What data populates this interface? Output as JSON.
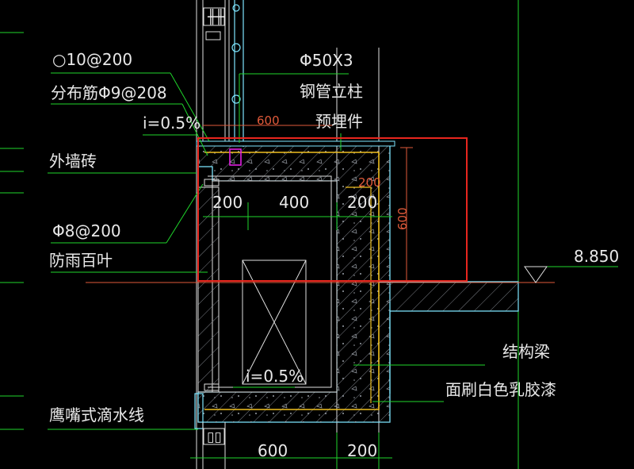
{
  "labels": {
    "top_rebar": "○10@200",
    "distribution_rebar": "分布筋Φ9@208",
    "slope_top": "i=0.5%",
    "outer_brick": "外墙砖",
    "phi8": "Φ8@200",
    "louver": "防雨百叶",
    "pipe_spec": "Φ50X3",
    "steel_post": "钢管立柱",
    "embedded": "预埋件",
    "elevation": "8.850",
    "beam": "结构梁",
    "paint": "面刷白色乳胶漆",
    "slope_bottom": "i=0.5%",
    "drip": "鹰嘴式滴水线"
  },
  "dimensions": {
    "top_600": "600",
    "d200_left": "200",
    "d400": "400",
    "d200_right": "200",
    "vert_600": "600",
    "small_200": "200",
    "bottom_600": "600",
    "bottom_200": "200"
  },
  "colors": {
    "background": "#000000",
    "leader": "#1fd62b",
    "outline": "#7ee6ff",
    "highlight_box": "#e8261e",
    "dimension_red": "#e05a3a",
    "embedded_part": "#e020e0"
  }
}
